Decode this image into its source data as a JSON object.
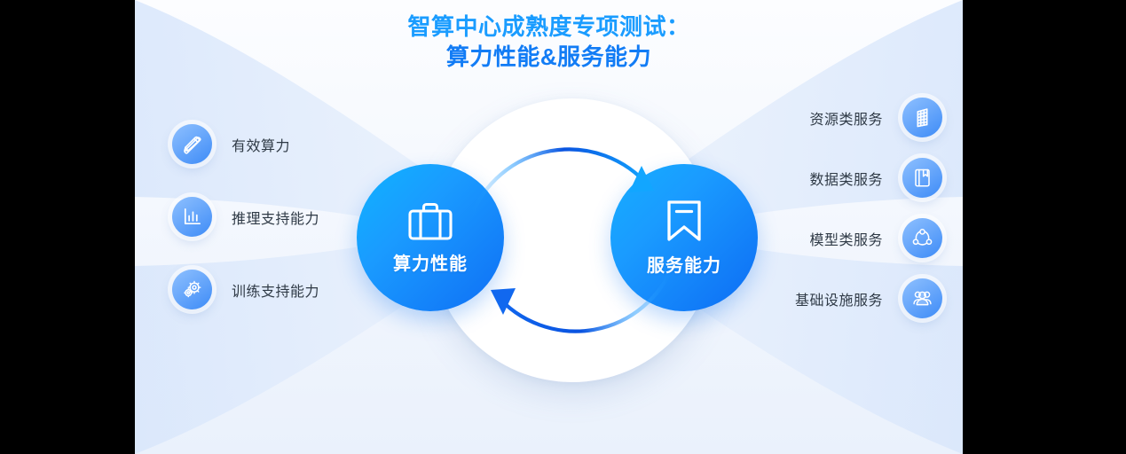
{
  "title": {
    "line1": "智算中心成熟度专项测试：",
    "line2": "算力性能&服务能力"
  },
  "center": {
    "left_circle": {
      "label": "算力性能",
      "icon": "briefcase-icon"
    },
    "right_circle": {
      "label": "服务能力",
      "icon": "bookmark-icon"
    },
    "arrows": [
      {
        "name": "arrow-top-clockwise",
        "direction": "left-to-right"
      },
      {
        "name": "arrow-bottom-counterclockwise",
        "direction": "right-to-left"
      }
    ]
  },
  "left_column": {
    "items": [
      {
        "label": "有效算力",
        "icon": "ruler-pencil-icon"
      },
      {
        "label": "推理支持能力",
        "icon": "bar-chart-icon"
      },
      {
        "label": "训练支持能力",
        "icon": "gears-icon"
      }
    ]
  },
  "right_column": {
    "items": [
      {
        "label": "资源类服务",
        "icon": "building-icon"
      },
      {
        "label": "数据类服务",
        "icon": "book-icon"
      },
      {
        "label": "模型类服务",
        "icon": "share-nodes-icon"
      },
      {
        "label": "基础设施服务",
        "icon": "people-icon"
      }
    ]
  },
  "colors": {
    "title_line1": "#1a9cff",
    "title_line2": "#127cf5",
    "circle_gradient_from": "#10b3ff",
    "circle_gradient_to": "#0f6ff5",
    "badge_gradient_from": "#8ec0ff",
    "badge_gradient_to": "#3d8bf7",
    "arrow_stroke": "#0f6ff5",
    "panel_background": "#f6f9fe",
    "label_text": "#2f3a46"
  }
}
